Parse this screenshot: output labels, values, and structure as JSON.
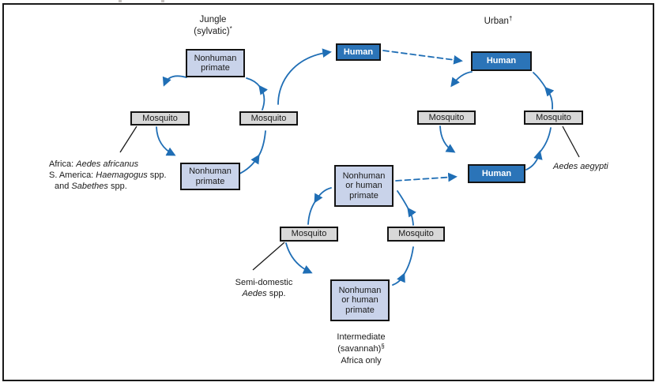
{
  "titles": {
    "jungle": {
      "line1": "Jungle",
      "line2": "(sylvatic)",
      "sup": "*"
    },
    "urban": {
      "text": "Urban",
      "sup": "†"
    },
    "intermediate": {
      "line1": "Intermediate",
      "line2": "(savannah)",
      "sup": "§",
      "line3": "Africa only"
    }
  },
  "boxes": {
    "jungle_primate_top": {
      "label": "Nonhuman primate"
    },
    "jungle_mosquito_left": {
      "label": "Mosquito"
    },
    "jungle_mosquito_right": {
      "label": "Mosquito"
    },
    "jungle_primate_bottom": {
      "label": "Nonhuman primate"
    },
    "bridge_human": {
      "label": "Human"
    },
    "urban_human_top": {
      "label": "Human"
    },
    "urban_mosquito_left": {
      "label": "Mosquito"
    },
    "urban_mosquito_right": {
      "label": "Mosquito"
    },
    "urban_human_bottom": {
      "label": "Human"
    },
    "intermediate_primate_top": {
      "label": "Nonhuman or human primate"
    },
    "intermediate_mosquito_left": {
      "label": "Mosquito"
    },
    "intermediate_mosquito_right": {
      "label": "Mosquito"
    },
    "intermediate_primate_bottom": {
      "label": "Nonhuman or human primate"
    }
  },
  "annotations": {
    "jungle_vectors": {
      "line1_prefix": "Africa: ",
      "line1_italic": "Aedes africanus",
      "line2_prefix": "S. America: ",
      "line2_italic": "Haemagogus",
      "line2_suffix": " spp.",
      "line3_prefix": "and ",
      "line3_italic": "Sabethes",
      "line3_suffix": " spp."
    },
    "semi_domestic": {
      "line1": "Semi-domestic",
      "line2_italic": "Aedes",
      "line2_suffix": " spp."
    },
    "urban_vector_italic": "Aedes aegypti"
  },
  "colors": {
    "human_fill": "#2b74b8",
    "primate_fill": "#c9d3ea",
    "mosquito_fill": "#d8d8d8",
    "arrow_blue": "#1f6eb5",
    "box_border": "#141414",
    "frame_border": "#1a1a1a"
  }
}
